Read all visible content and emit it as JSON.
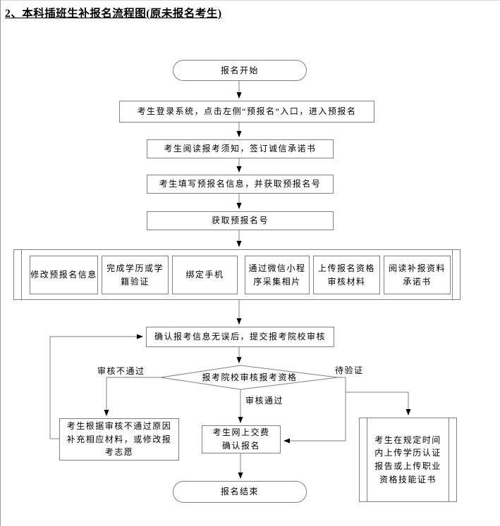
{
  "page": {
    "title": "2、本科插班生补报名流程图(原未报名考生)"
  },
  "colors": {
    "line": "#808080",
    "border": "#808080",
    "arrowhead": "#000000",
    "text": "#000000",
    "background": "#ffffff"
  },
  "flowchart": {
    "start_label": "报名开始",
    "steps": [
      "考生登录系统，点击左侧“预报名”入口，进入预报名",
      "考生阅读报考须知，签订诚信承诺书",
      "考生填写预报名信息，并获取预报名号",
      "获取预报名号"
    ],
    "parallel_group": [
      "修改预报名信息",
      "完成学历或学籍验证",
      "绑定手机",
      "通过微信小程序采集相片",
      "上传报名资格审核材料",
      "阅读补报资料承诺书"
    ],
    "confirm_label": "确认报考信息无误后，提交报考院校审核",
    "decision_label": "报考院校审核报考资格",
    "branch_fail": "审核不通过",
    "branch_pass": "审核通过",
    "branch_pending": "待验证",
    "fail_box": "考生根据审核不通过原因补充相应材料，或修改报考志愿",
    "pay_box": "考生网上交费确认报名",
    "cert_box": "考生在规定时间内上传学历认证报告或上传职业资格技能证书",
    "end_label": "报名结束"
  }
}
